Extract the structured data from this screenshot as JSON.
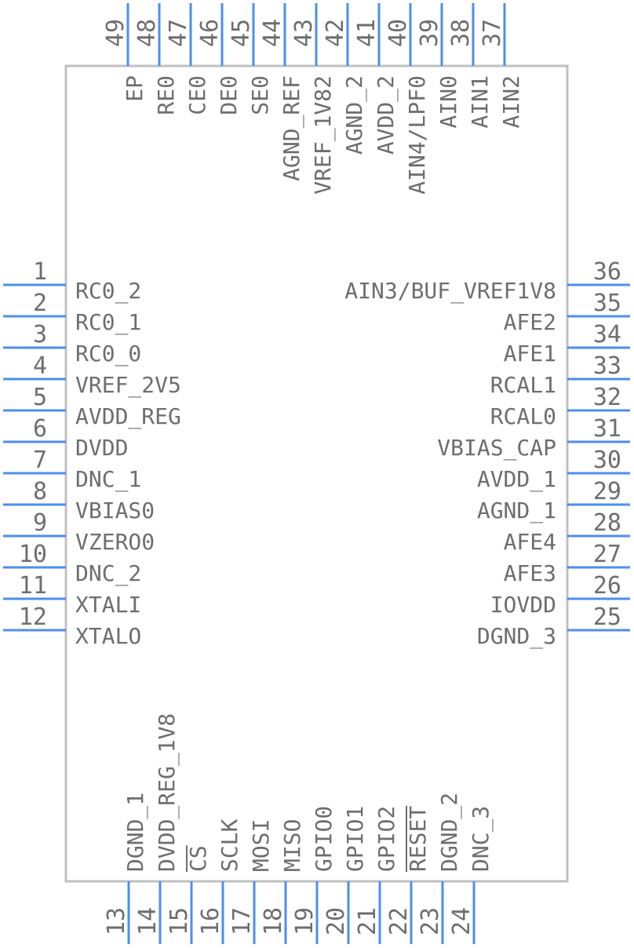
{
  "component": {
    "left_pins": [
      {
        "number": "1",
        "name": "RC0_2"
      },
      {
        "number": "2",
        "name": "RC0_1"
      },
      {
        "number": "3",
        "name": "RC0_0"
      },
      {
        "number": "4",
        "name": "VREF_2V5"
      },
      {
        "number": "5",
        "name": "AVDD_REG"
      },
      {
        "number": "6",
        "name": "DVDD"
      },
      {
        "number": "7",
        "name": "DNC_1"
      },
      {
        "number": "8",
        "name": "VBIAS0"
      },
      {
        "number": "9",
        "name": "VZERO0"
      },
      {
        "number": "10",
        "name": "DNC_2"
      },
      {
        "number": "11",
        "name": "XTALI"
      },
      {
        "number": "12",
        "name": "XTALO"
      }
    ],
    "bottom_pins": [
      {
        "number": "13",
        "name": "DGND_1"
      },
      {
        "number": "14",
        "name": "DVDD_REG_1V8"
      },
      {
        "number": "15",
        "name": "CS",
        "overbar": true
      },
      {
        "number": "16",
        "name": "SCLK"
      },
      {
        "number": "17",
        "name": "MOSI"
      },
      {
        "number": "18",
        "name": "MISO"
      },
      {
        "number": "19",
        "name": "GPIO0"
      },
      {
        "number": "20",
        "name": "GPIO1"
      },
      {
        "number": "21",
        "name": "GPIO2"
      },
      {
        "number": "22",
        "name": "RESET",
        "overbar": true
      },
      {
        "number": "23",
        "name": "DGND_2"
      },
      {
        "number": "24",
        "name": "DNC_3"
      }
    ],
    "right_pins": [
      {
        "number": "25",
        "name": "DGND_3"
      },
      {
        "number": "26",
        "name": "IOVDD"
      },
      {
        "number": "27",
        "name": "AFE3"
      },
      {
        "number": "28",
        "name": "AFE4"
      },
      {
        "number": "29",
        "name": "AGND_1"
      },
      {
        "number": "30",
        "name": "AVDD_1"
      },
      {
        "number": "31",
        "name": "VBIAS_CAP"
      },
      {
        "number": "32",
        "name": "RCAL0"
      },
      {
        "number": "33",
        "name": "RCAL1"
      },
      {
        "number": "34",
        "name": "AFE1"
      },
      {
        "number": "35",
        "name": "AFE2"
      },
      {
        "number": "36",
        "name": "AIN3/BUF_VREF1V8"
      }
    ],
    "top_pins": [
      {
        "number": "37",
        "name": "AIN2"
      },
      {
        "number": "38",
        "name": "AIN1"
      },
      {
        "number": "39",
        "name": "AIN0"
      },
      {
        "number": "40",
        "name": "AIN4/LPF0"
      },
      {
        "number": "41",
        "name": "AVDD_2"
      },
      {
        "number": "42",
        "name": "AGND_2"
      },
      {
        "number": "43",
        "name": "VREF_1V82"
      },
      {
        "number": "44",
        "name": "AGND_REF"
      },
      {
        "number": "45",
        "name": "SE0"
      },
      {
        "number": "46",
        "name": "DE0"
      },
      {
        "number": "47",
        "name": "CE0"
      },
      {
        "number": "48",
        "name": "RE0"
      },
      {
        "number": "49",
        "name": "EP"
      }
    ]
  },
  "colors": {
    "pin_line": "#4d8ef0",
    "outline": "#c0c0c0",
    "text": "#6e6e6e"
  }
}
